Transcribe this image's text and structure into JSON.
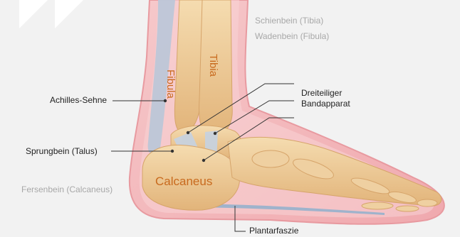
{
  "labels": {
    "tibia_de": "Schienbein (Tibia)",
    "fibula_de": "Wadenbein (Fibula)",
    "achilles": "Achilles-Sehne",
    "ligament_line1": "Dreiteiliger",
    "ligament_line2": "Bandapparat",
    "talus": "Sprungbein (Talus)",
    "calcaneus_de": "Fersenbein (Calcaneus)",
    "plantar": "Plantarfaszie"
  },
  "bones": {
    "fibula": "Fibula",
    "tibia": "Tibia",
    "calcaneus": "Calcaneus"
  },
  "colors": {
    "background": "#f2f2f2",
    "skin": "#f2b4b8",
    "bone": "#ecc995",
    "bone_text": "#c86a1e",
    "tendon": "#b9c7d8",
    "leader_line": "#333333",
    "label_gray": "#a8a8a8"
  }
}
